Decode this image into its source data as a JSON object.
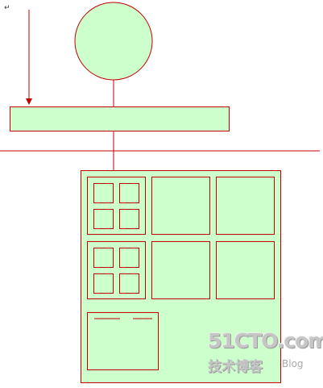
{
  "colors": {
    "stroke": "#c00000",
    "fill": "#ccffcc",
    "background": "#ffffff"
  },
  "diagram": {
    "paragraph_mark": "↵",
    "watermark": {
      "logo_text": "51CTO.com",
      "tagline": "技术博客",
      "blog": "Blog"
    }
  }
}
